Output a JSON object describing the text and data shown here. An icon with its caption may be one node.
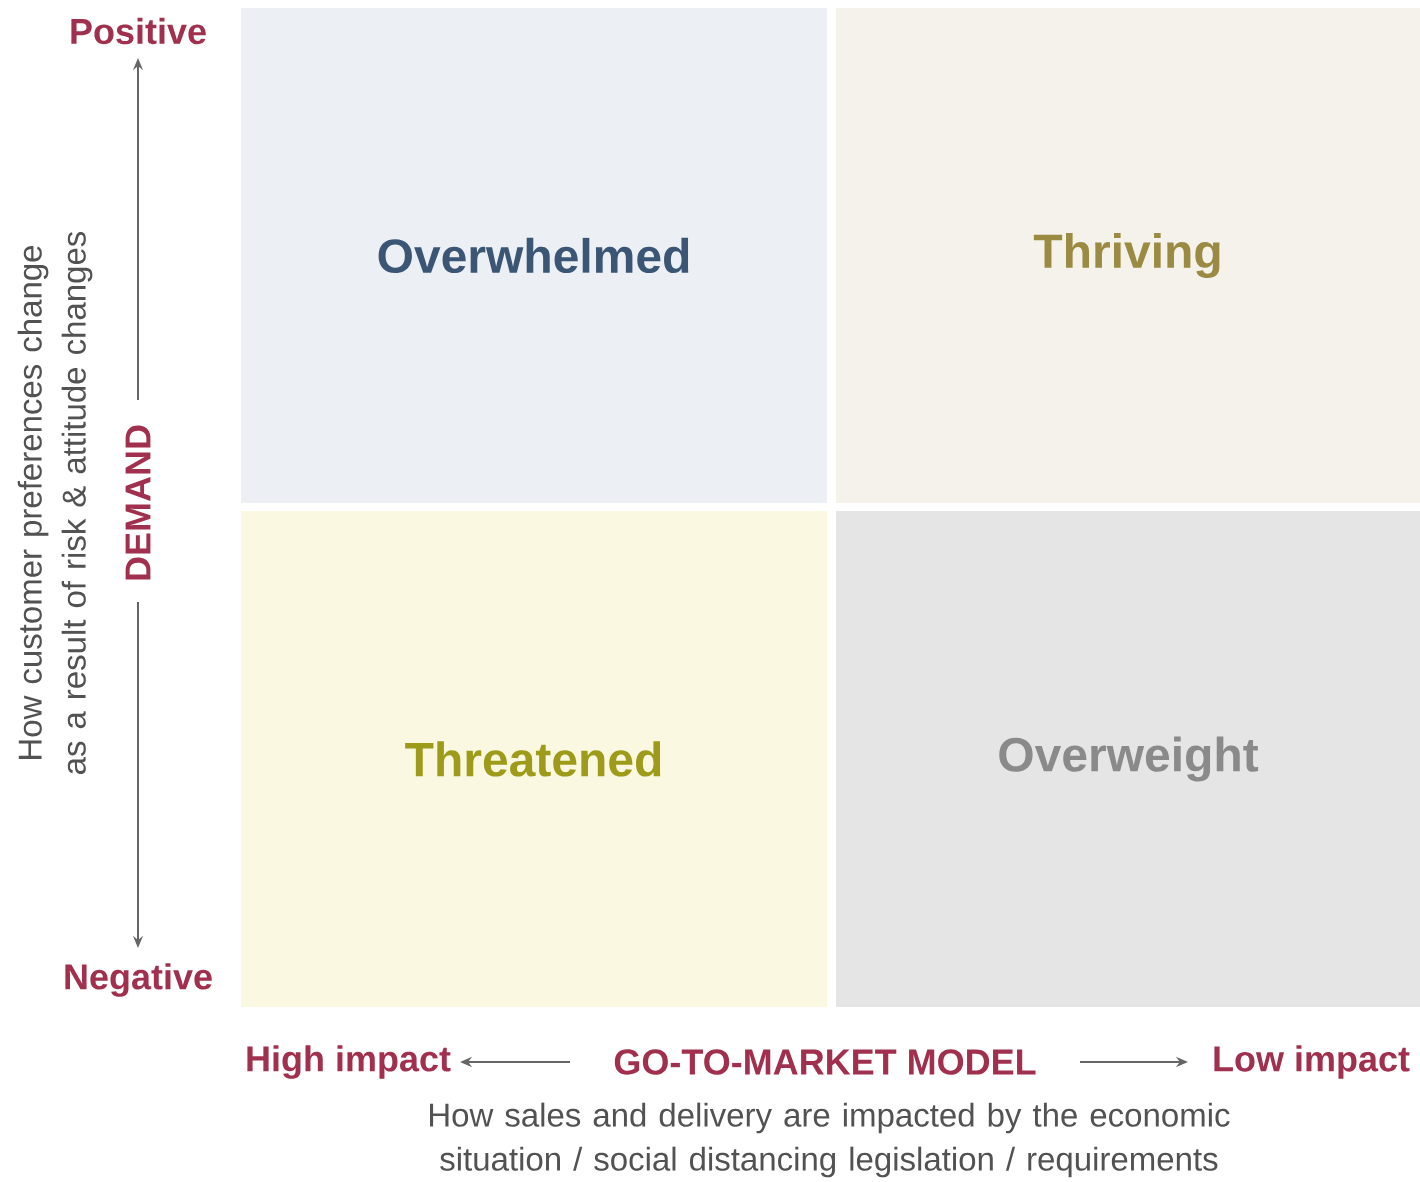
{
  "diagram": {
    "nodes": [
      {
        "text": [
          "Overwhelmed"
        ]
      },
      {
        "text": [
          "Thriving"
        ]
      },
      {
        "text": [
          "Threatened"
        ]
      },
      {
        "text": [
          "Overweight"
        ]
      }
    ],
    "labels": [
      "Positive",
      "How customer preferences change as a result of risk & attitude changes",
      "DEMAND",
      "Negative",
      "High impact",
      "GO-TO-MARKET MODEL",
      "Low impact",
      "How sales and delivery are impacted by the economic situation / social distancing legislation / requirements"
    ]
  }
}
